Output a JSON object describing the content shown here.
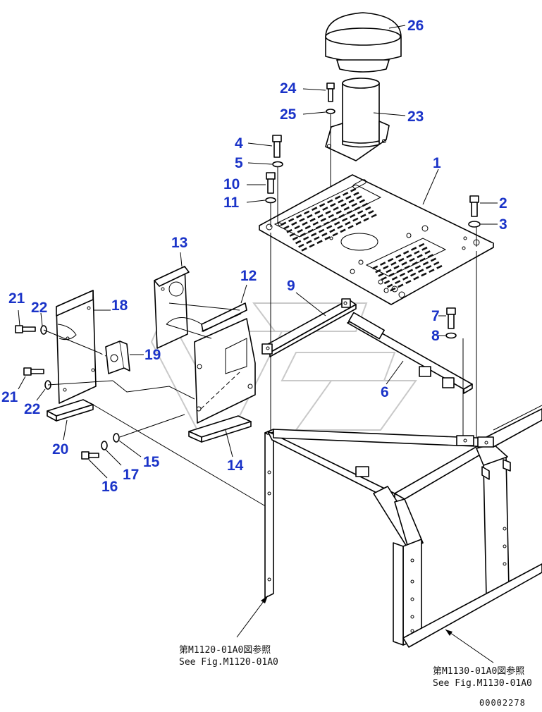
{
  "diagram": {
    "callouts": [
      {
        "id": "c1",
        "text": "1"
      },
      {
        "id": "c2",
        "text": "2"
      },
      {
        "id": "c3",
        "text": "3"
      },
      {
        "id": "c4",
        "text": "4"
      },
      {
        "id": "c5",
        "text": "5"
      },
      {
        "id": "c6",
        "text": "6"
      },
      {
        "id": "c7",
        "text": "7"
      },
      {
        "id": "c8",
        "text": "8"
      },
      {
        "id": "c9",
        "text": "9"
      },
      {
        "id": "c10",
        "text": "10"
      },
      {
        "id": "c11",
        "text": "11"
      },
      {
        "id": "c12",
        "text": "12"
      },
      {
        "id": "c13",
        "text": "13"
      },
      {
        "id": "c14",
        "text": "14"
      },
      {
        "id": "c15",
        "text": "15"
      },
      {
        "id": "c16",
        "text": "16"
      },
      {
        "id": "c17",
        "text": "17"
      },
      {
        "id": "c18",
        "text": "18"
      },
      {
        "id": "c19",
        "text": "19"
      },
      {
        "id": "c20",
        "text": "20"
      },
      {
        "id": "c21a",
        "text": "21"
      },
      {
        "id": "c21b",
        "text": "21"
      },
      {
        "id": "c22a",
        "text": "22"
      },
      {
        "id": "c22b",
        "text": "22"
      },
      {
        "id": "c23",
        "text": "23"
      },
      {
        "id": "c24",
        "text": "24"
      },
      {
        "id": "c25",
        "text": "25"
      },
      {
        "id": "c26",
        "text": "26"
      }
    ],
    "references": {
      "left_jp": "第M1120-01A0図参照",
      "left_en": "See Fig.M1120-01A0",
      "right_jp": "第M1130-01A0図参照",
      "right_en": "See Fig.M1130-01A0"
    },
    "drawing_number": "00002278",
    "colors": {
      "callout": "#1a33c8",
      "line": "#000000",
      "watermark": "#c9c9c9"
    }
  }
}
